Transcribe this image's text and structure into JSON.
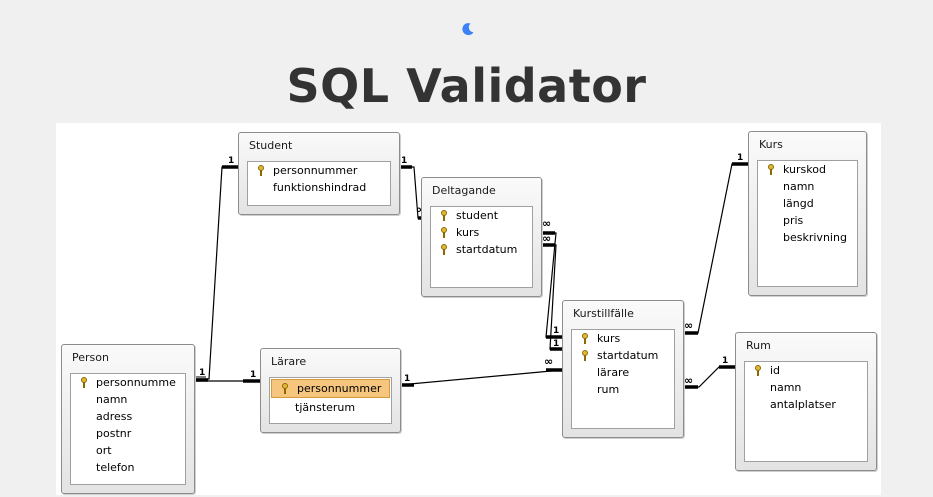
{
  "header": {
    "title": "SQL Validator",
    "theme_icon": "moon-icon",
    "accent_color": "#3b82f6"
  },
  "diagram": {
    "tables": [
      {
        "name": "Student",
        "fields": [
          {
            "name": "personnummer",
            "key": true
          },
          {
            "name": "funktionshindrad",
            "key": false
          }
        ]
      },
      {
        "name": "Deltagande",
        "fields": [
          {
            "name": "student",
            "key": true
          },
          {
            "name": "kurs",
            "key": true
          },
          {
            "name": "startdatum",
            "key": true
          }
        ]
      },
      {
        "name": "Kurs",
        "fields": [
          {
            "name": "kurskod",
            "key": true
          },
          {
            "name": "namn",
            "key": false
          },
          {
            "name": "längd",
            "key": false
          },
          {
            "name": "pris",
            "key": false
          },
          {
            "name": "beskrivning",
            "key": false
          }
        ]
      },
      {
        "name": "Person",
        "fields": [
          {
            "name": "personnumme",
            "key": true
          },
          {
            "name": "namn",
            "key": false
          },
          {
            "name": "adress",
            "key": false
          },
          {
            "name": "postnr",
            "key": false
          },
          {
            "name": "ort",
            "key": false
          },
          {
            "name": "telefon",
            "key": false
          }
        ]
      },
      {
        "name": "Lärare",
        "fields": [
          {
            "name": "personnummer",
            "key": true,
            "selected": true
          },
          {
            "name": "tjänsterum",
            "key": false
          }
        ]
      },
      {
        "name": "Kurstillfälle",
        "fields": [
          {
            "name": "kurs",
            "key": true
          },
          {
            "name": "startdatum",
            "key": true
          },
          {
            "name": "lärare",
            "key": false
          },
          {
            "name": "rum",
            "key": false
          }
        ]
      },
      {
        "name": "Rum",
        "fields": [
          {
            "name": "id",
            "key": true
          },
          {
            "name": "namn",
            "key": false
          },
          {
            "name": "antalplatser",
            "key": false
          }
        ]
      }
    ],
    "relationships": [
      {
        "from": "Person",
        "to": "Student",
        "from_card": "1",
        "to_card": "1"
      },
      {
        "from": "Student",
        "to": "Deltagande",
        "from_card": "1",
        "to_card": "∞"
      },
      {
        "from": "Person",
        "to": "Lärare",
        "from_card": "1",
        "to_card": "1"
      },
      {
        "from": "Lärare",
        "to": "Kurstillfälle",
        "from_card": "1",
        "to_card": "∞"
      },
      {
        "from": "Kurstillfälle",
        "to": "Deltagande",
        "from_card": "1",
        "to_card": "∞"
      },
      {
        "from": "Kurstillfälle",
        "to": "Deltagande",
        "from_card": "1",
        "to_card": "∞"
      },
      {
        "from": "Kurs",
        "to": "Kurstillfälle",
        "from_card": "1",
        "to_card": "∞"
      },
      {
        "from": "Rum",
        "to": "Kurstillfälle",
        "from_card": "1",
        "to_card": "∞"
      }
    ]
  }
}
